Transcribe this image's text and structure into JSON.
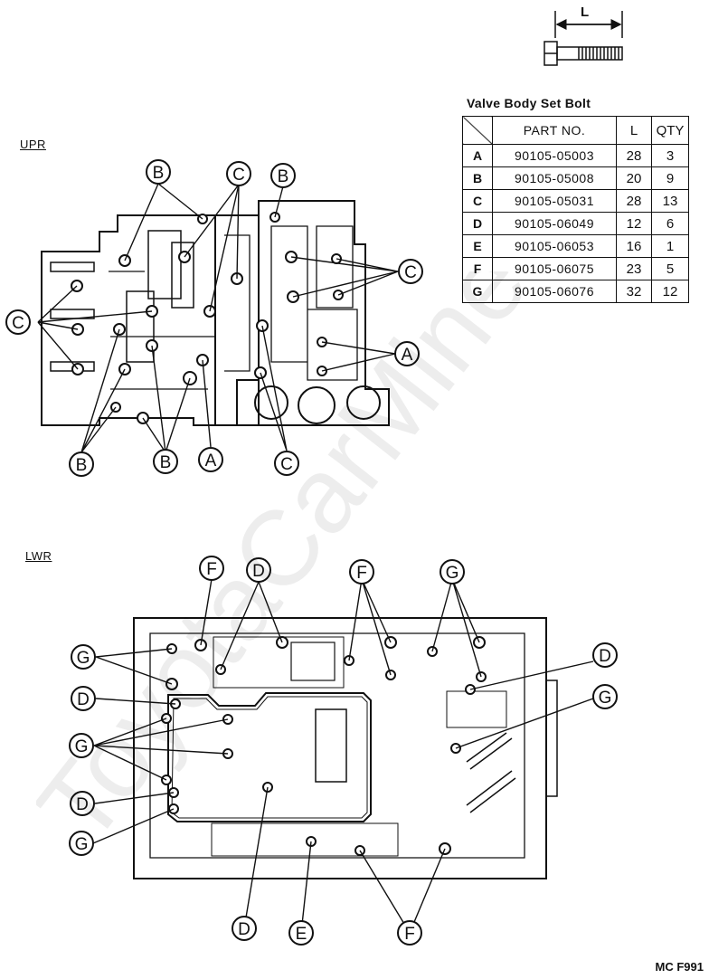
{
  "table": {
    "title": "Valve Body Set Bolt",
    "headers": {
      "part_no": "PART NO.",
      "length": "L",
      "qty": "QTY"
    },
    "rows": [
      {
        "key": "A",
        "part_no": "90105-05003",
        "length": "28",
        "qty": "3"
      },
      {
        "key": "B",
        "part_no": "90105-05008",
        "length": "20",
        "qty": "9"
      },
      {
        "key": "C",
        "part_no": "90105-05031",
        "length": "28",
        "qty": "13"
      },
      {
        "key": "D",
        "part_no": "90105-06049",
        "length": "12",
        "qty": "6"
      },
      {
        "key": "E",
        "part_no": "90105-06053",
        "length": "16",
        "qty": "1"
      },
      {
        "key": "F",
        "part_no": "90105-06075",
        "length": "23",
        "qty": "5"
      },
      {
        "key": "G",
        "part_no": "90105-06076",
        "length": "32",
        "qty": "12"
      }
    ]
  },
  "bolt_icon": {
    "dimension_label": "L"
  },
  "sections": {
    "upper": "UPR",
    "lower": "LWR"
  },
  "footer_code": "MC F991",
  "watermark": "ToyotaCarMine"
}
